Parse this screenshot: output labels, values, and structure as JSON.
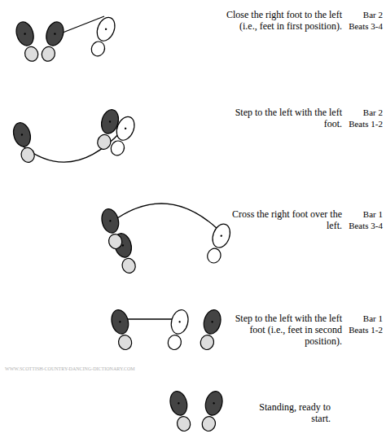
{
  "diagram": {
    "labels": [
      "Close the right foot to the left (i.e., feet in first position).",
      "Bar 2",
      "Beats 3-4",
      "Step to the left with the left foot.",
      "Bar 2",
      "Beats 1-2",
      "Cross the right foot over the left.",
      "Bar 1",
      "Beats 3-4",
      "Step to the left with the left foot (i.e., feet in second position).",
      "Bar 1",
      "Beats 1-2",
      "Standing, ready to start.",
      "WWW.SCOTTISH-COUNTRY-DANCING-DICTIONARY.COM"
    ]
  }
}
